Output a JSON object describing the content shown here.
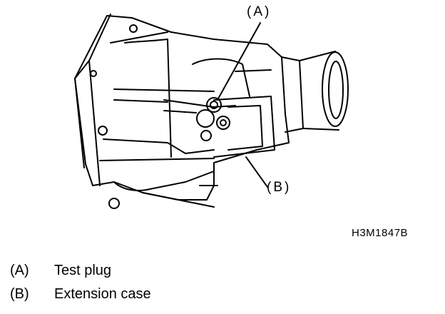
{
  "figure": {
    "callouts": {
      "a": "(A)",
      "b": "(B)"
    },
    "code": "H3M1847B"
  },
  "legend": [
    {
      "key": "(A)",
      "label": "Test plug"
    },
    {
      "key": "(B)",
      "label": "Extension case"
    }
  ]
}
